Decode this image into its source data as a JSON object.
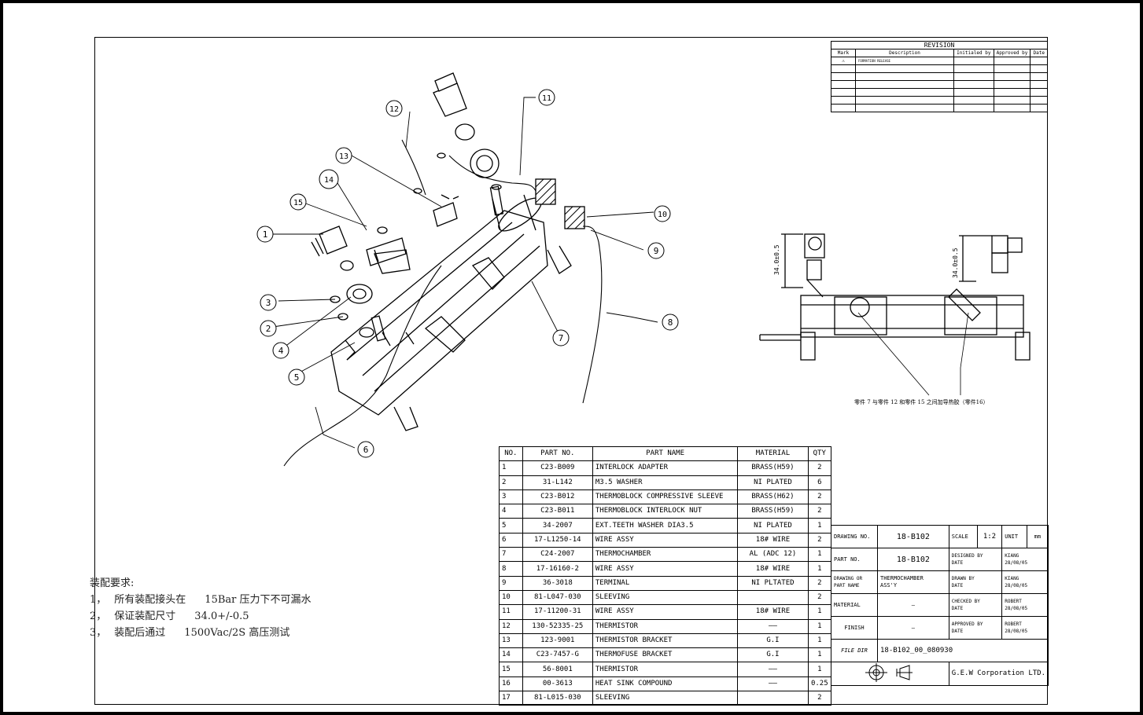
{
  "revision": {
    "title": "REVISION",
    "headers": [
      "Mark",
      "Description",
      "Initialed by",
      "Approved by",
      "Date"
    ],
    "mark_symbol": "⚠",
    "first_row_desc": "FORMATION RELEASE"
  },
  "callouts": [
    "1",
    "2",
    "3",
    "4",
    "5",
    "6",
    "7",
    "8",
    "9",
    "10",
    "11",
    "12",
    "13",
    "14",
    "15"
  ],
  "side_view": {
    "dim_left": "34.0±0.5",
    "dim_right": "34.0±0.5",
    "note": "零件 7 与零件 12 和零件 15 之间加导热胶（零件16）"
  },
  "bom": {
    "headers": [
      "NO.",
      "PART NO.",
      "PART NAME",
      "MATERIAL",
      "QTY"
    ],
    "rows": [
      [
        "1",
        "C23-B009",
        "INTERLOCK ADAPTER",
        "BRASS(H59)",
        "2"
      ],
      [
        "2",
        "31-L142",
        "M3.5 WASHER",
        "NI PLATED",
        "6"
      ],
      [
        "3",
        "C23-B012",
        "THERMOBLOCK COMPRESSIVE SLEEVE",
        "BRASS(H62)",
        "2"
      ],
      [
        "4",
        "C23-B011",
        "THERMOBLOCK INTERLOCK NUT",
        "BRASS(H59)",
        "2"
      ],
      [
        "5",
        "34-2007",
        "EXT.TEETH WASHER DIA3.5",
        "NI PLATED",
        "1"
      ],
      [
        "6",
        "17-L1250-14",
        "WIRE ASSY",
        "18# WIRE",
        "2"
      ],
      [
        "7",
        "C24-2007",
        "THERMOCHAMBER",
        "AL (ADC 12)",
        "1"
      ],
      [
        "8",
        "17-16160-2",
        "WIRE ASSY",
        "18# WIRE",
        "1"
      ],
      [
        "9",
        "36-3018",
        "TERMINAL",
        "NI PLTATED",
        "2"
      ],
      [
        "10",
        "81-L047-030",
        "SLEEVING",
        "",
        "2"
      ],
      [
        "11",
        "17-11200-31",
        "WIRE ASSY",
        "18# WIRE",
        "1"
      ],
      [
        "12",
        "130-52335-25",
        "THERMISTOR",
        "——",
        "1"
      ],
      [
        "13",
        "123-9001",
        "THERMISTOR BRACKET",
        "G.I",
        "1"
      ],
      [
        "14",
        "C23-7457-G",
        "THERMOFUSE BRACKET",
        "G.I",
        "1"
      ],
      [
        "15",
        "56-8001",
        "THERMISTOR",
        "——",
        "1"
      ],
      [
        "16",
        "00-3613",
        "HEAT SINK COMPOUND",
        "——",
        "0.25"
      ],
      [
        "17",
        "81-L015-030",
        "SLEEVING",
        "",
        "2"
      ]
    ]
  },
  "title_block": {
    "drawing_no_label": "DRAWING NO.",
    "drawing_no": "18-B102",
    "scale_label": "SCALE",
    "scale": "1:2",
    "unit_label": "UNIT",
    "unit": "mm",
    "part_no_label": "PART NO.",
    "part_no": "18-B102",
    "designed_label": "DESIGNED BY\nDATE",
    "designed_by": "KIANG\n28/08/05",
    "drawing_name_label": "DRAWING OR\nPART NAME",
    "drawing_name": "THERMOCHAMBER\nASS'Y",
    "drawn_label": "DRAWN BY\nDATE",
    "drawn_by": "KIANG\n28/08/05",
    "material_label": "MATERIAL",
    "material": "—",
    "checked_label": "CHECKED BY\nDATE",
    "checked_by": "ROBERT\n28/08/05",
    "finish_label": "FINISH",
    "finish": "—",
    "approved_label": "APPROVED BY\nDATE",
    "approved_by": "ROBERT\n28/08/05",
    "file_dir_label": "FILE DIR",
    "file_dir": "18-B102_00_080930",
    "company": "G.E.W Corporation LTD."
  },
  "notes": {
    "title": "装配要求:",
    "items": [
      {
        "num": "1，",
        "text": "所有装配接头在",
        "value": "15Bar",
        "tail": "压力下不可漏水"
      },
      {
        "num": "2，",
        "text": "保证装配尺寸",
        "value": "34.0+/-0.5",
        "tail": ""
      },
      {
        "num": "3，",
        "text": "装配后通过",
        "value": "1500Vac/2S",
        "tail": "高压测试"
      }
    ]
  }
}
